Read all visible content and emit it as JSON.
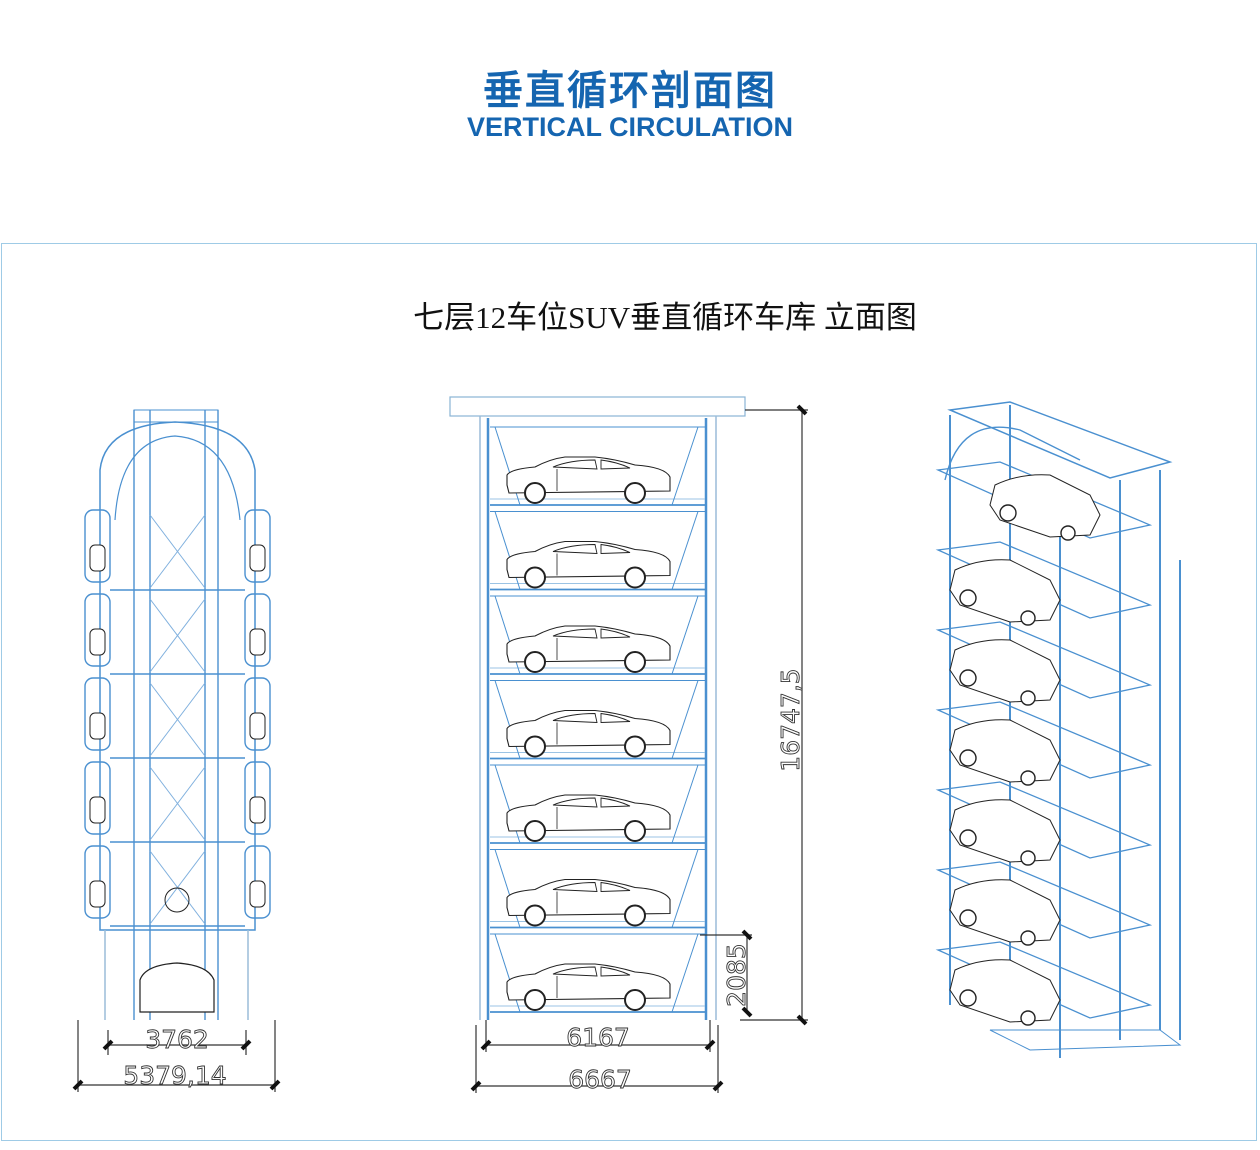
{
  "header": {
    "title_cn": "垂直循环剖面图",
    "title_en": "VERTICAL CIRCULATION"
  },
  "drawing": {
    "title": "七层12车位SUV垂直循环车库  立面图",
    "colors": {
      "frame": "#4a90d0",
      "accent": "#1565b0",
      "outline": "#222222",
      "border": "#9fcbe6"
    },
    "side_view": {
      "inner_width": "3762",
      "outer_width": "5379,14"
    },
    "front_view": {
      "inner_width": "6167",
      "outer_width": "6667",
      "total_height": "16747,5",
      "deck_spacing": "2085",
      "levels": 7
    },
    "iso_view": {
      "levels": 7
    }
  }
}
